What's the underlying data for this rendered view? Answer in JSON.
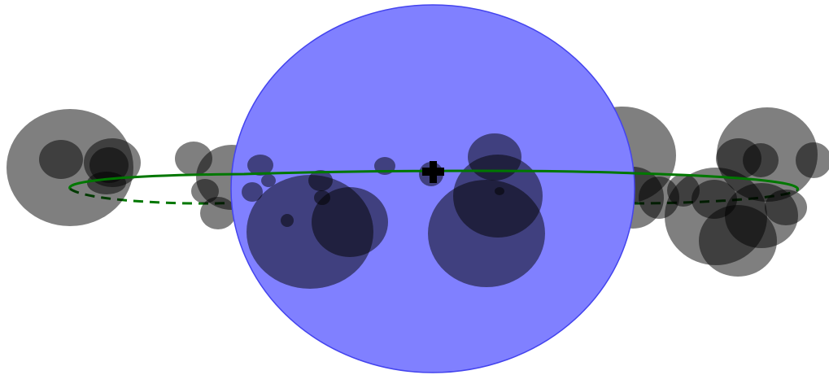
{
  "diagram": {
    "colors": {
      "background": "#ffffff",
      "central_disk_fill": "#8080ff",
      "central_disk_stroke": "#4444ee",
      "blob_fill": "#000000",
      "orbit": "#007700",
      "marker": "#000000"
    },
    "blob_opacity": 0.5,
    "central_disk_opacity": 1.0,
    "orbit_style": {
      "front": "solid",
      "back": "dashed"
    },
    "marker_icon": "cross-icon"
  }
}
